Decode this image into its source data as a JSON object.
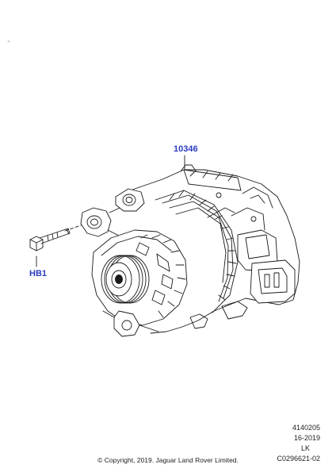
{
  "callouts": {
    "alternator": "10346",
    "bolt": "HB1"
  },
  "drawing_info": {
    "code": "4140205",
    "date": "16-2019",
    "initials": "LK",
    "illustration_number": "C0296621-02"
  },
  "footer": {
    "copyright": "© Copyright, 2019. Jaguar Land Rover Limited."
  },
  "colors": {
    "callout_text": "#2b3cc4",
    "line_art": "#1a1a1a"
  }
}
